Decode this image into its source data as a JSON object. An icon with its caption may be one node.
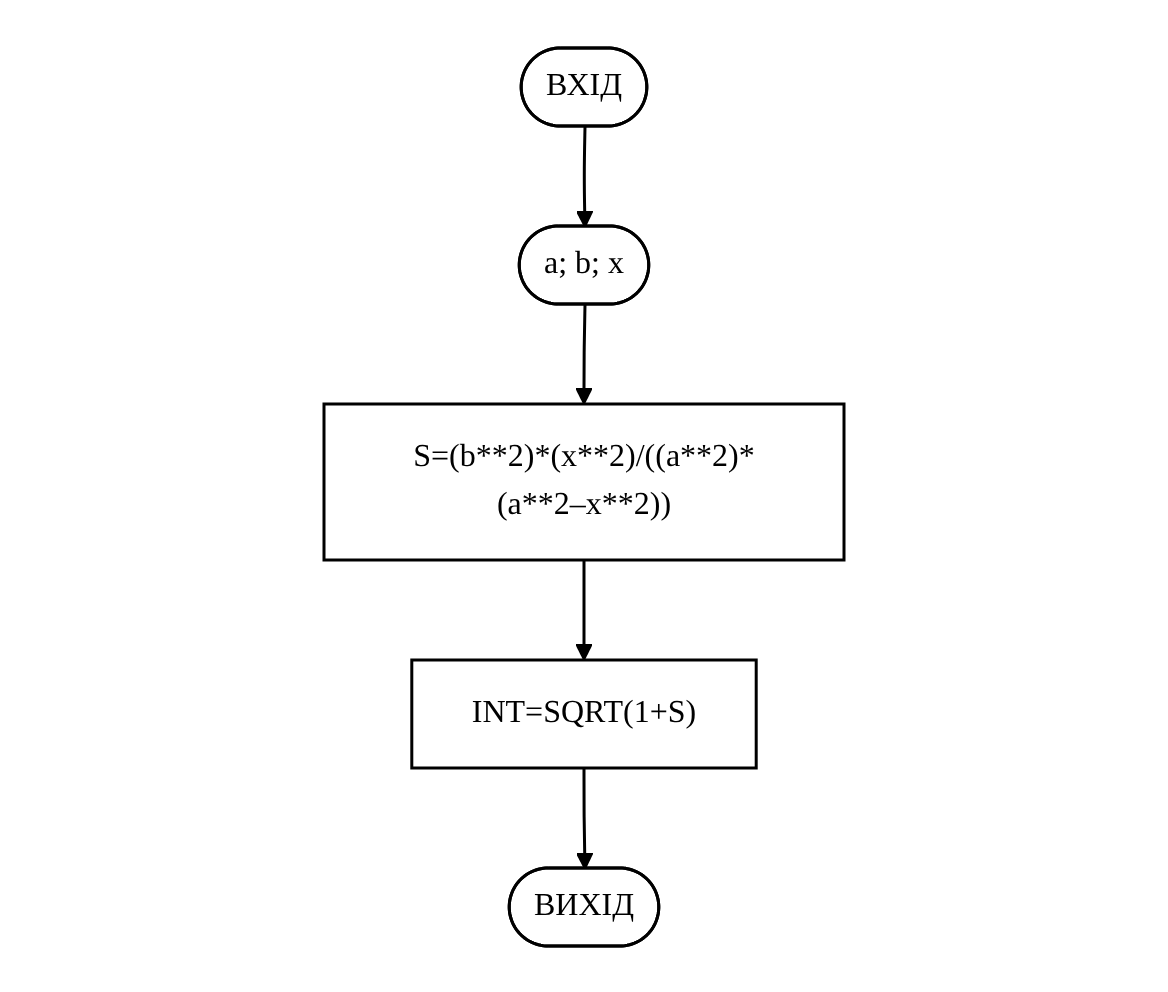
{
  "diagram": {
    "nodes": [
      {
        "text": [
          "ВХІД"
        ]
      },
      {
        "text": [
          "a; b; x"
        ]
      },
      {
        "text": [
          "S=(b**2)*(x**2)/((a**2)*(a**2–x**2))"
        ]
      },
      {
        "text": [
          "INT=SQRT(1+S)"
        ]
      },
      {
        "text": [
          "ВИХІД"
        ]
      }
    ],
    "edges": [
      {
        "from": 0,
        "to": 1,
        "arrow": "to"
      },
      {
        "from": 1,
        "to": 2,
        "arrow": "to"
      },
      {
        "from": 2,
        "to": 3,
        "arrow": "to"
      },
      {
        "from": 3,
        "to": 4,
        "arrow": "to"
      }
    ]
  }
}
